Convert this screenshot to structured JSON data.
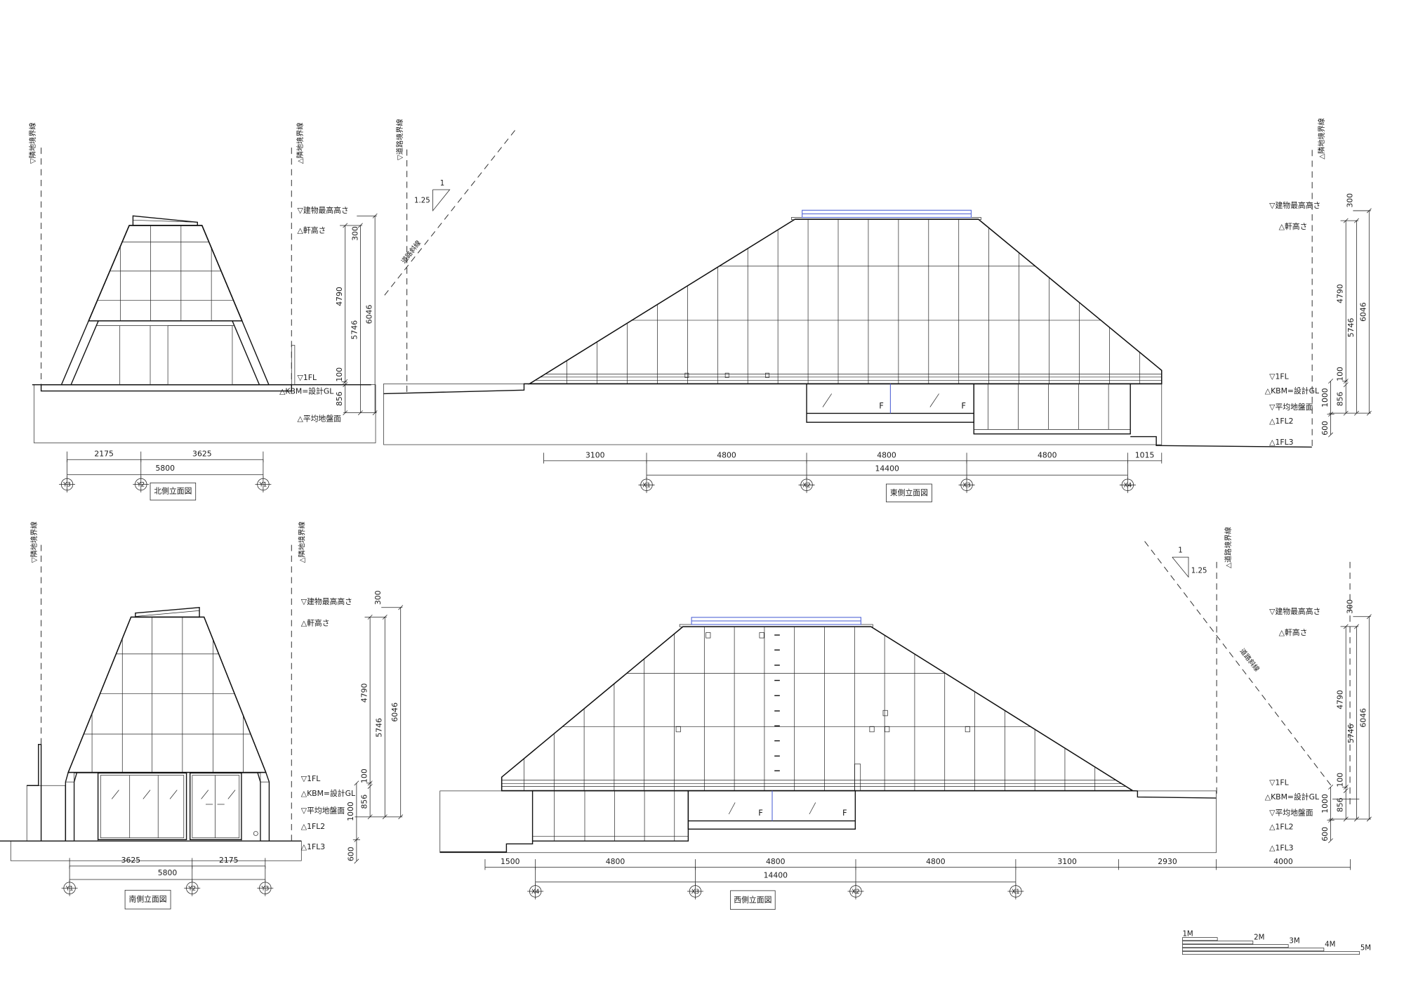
{
  "colors": {
    "line": "#111111",
    "skylight": "#5a6cd8",
    "hatch": "#c4c4c4",
    "scale_bar_fill": "#8a8a8a"
  },
  "elevations": {
    "north": {
      "title": "北側立面図",
      "boundaries": [
        "▽隣地境界線",
        "△隣地境界線"
      ],
      "levels": {
        "top": "▽建物最高高さ",
        "eave": "△軒高さ",
        "fl1": "▽1FL",
        "kbm": "△KBM=設計GL",
        "avg": "△平均地盤面"
      },
      "vertical_dims": {
        "d300": "300",
        "d4790": "4790",
        "d5746": "5746",
        "d6046": "6046",
        "d100": "100",
        "d856": "856"
      },
      "horizontal_dims": [
        "2175",
        "3625"
      ],
      "overall_dim": "5800",
      "grids": [
        "Y3",
        "Y2",
        "Y1"
      ]
    },
    "east": {
      "title": "東側立面図",
      "boundaries": [
        "▽道路境界線",
        "△隣地境界線"
      ],
      "slope": {
        "run": "1",
        "rise": "1.25",
        "label": "道路斜線"
      },
      "levels": {
        "top": "▽建物最高高さ",
        "eave": "△軒高さ",
        "fl1": "▽1FL",
        "kbm": "△KBM=設計GL",
        "avg": "▽平均地盤面",
        "fl2": "△1FL2",
        "fl3": "△1FL3"
      },
      "vertical_dims": {
        "d300": "300",
        "d4790": "4790",
        "d5746": "5746",
        "d6046": "6046",
        "d100": "100",
        "d856": "856",
        "d1000": "1000",
        "d600": "600"
      },
      "horizontal_dims": [
        "3100",
        "4800",
        "4800",
        "4800",
        "1015"
      ],
      "overall_dim": "14400",
      "grids": [
        "X1",
        "X2",
        "X3",
        "X4"
      ],
      "fire_door_marks": [
        "F",
        "F"
      ]
    },
    "south": {
      "title": "南側立面図",
      "boundaries": [
        "▽隣地境界線",
        "△隣地境界線"
      ],
      "levels": {
        "top": "▽建物最高高さ",
        "eave": "△軒高さ",
        "fl1": "▽1FL",
        "kbm": "△KBM=設計GL",
        "avg": "▽平均地盤面",
        "fl2": "△1FL2",
        "fl3": "△1FL3"
      },
      "vertical_dims": {
        "d300": "300",
        "d4790": "4790",
        "d5746": "5746",
        "d6046": "6046",
        "d100": "100",
        "d856": "856",
        "d1000": "1000",
        "d600": "600"
      },
      "horizontal_dims": [
        "3625",
        "2175"
      ],
      "overall_dim": "5800",
      "grids": [
        "Y1",
        "Y2",
        "Y3"
      ]
    },
    "west": {
      "title": "西側立面図",
      "boundaries": [
        "△道路境界線"
      ],
      "slope": {
        "run": "1",
        "rise": "1.25",
        "label": "道路斜線"
      },
      "levels": {
        "top": "▽建物最高高さ",
        "eave": "△軒高さ",
        "fl1": "▽1FL",
        "kbm": "△KBM=設計GL",
        "avg": "▽平均地盤面",
        "fl2": "△1FL2",
        "fl3": "△1FL3"
      },
      "vertical_dims": {
        "d300": "300",
        "d4790": "4790",
        "d5746": "5746",
        "d6046": "6046",
        "d100": "100",
        "d856": "856",
        "d1000": "1000",
        "d600": "600"
      },
      "horizontal_dims": [
        "1500",
        "4800",
        "4800",
        "4800",
        "3100",
        "2930",
        "4000"
      ],
      "overall_dim": "14400",
      "grids": [
        "X4",
        "X3",
        "X2",
        "X1"
      ],
      "fire_door_marks": [
        "F",
        "F"
      ]
    }
  },
  "scale_bar": [
    "1M",
    "2M",
    "3M",
    "4M",
    "5M"
  ]
}
